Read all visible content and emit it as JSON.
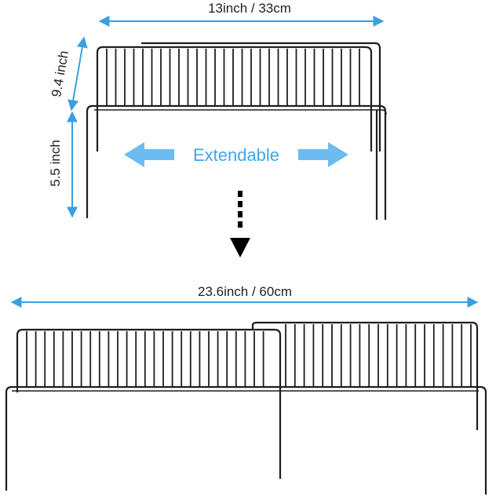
{
  "colors": {
    "dimension_line": "#3aa0e0",
    "extend_arrow": "#6cbcef",
    "extend_text": "#3fa7e6",
    "dim_text": "#222222",
    "shelf_wire": "#1e1e1e",
    "down_arrow": "#000000"
  },
  "labels": {
    "top_width": "13inch / 33cm",
    "upper_height": "9.4 inch",
    "lower_height": "5.5 inch",
    "extendable": "Extendable",
    "bottom_width": "23.6inch / 60cm"
  },
  "icons": {
    "left_arrow": "arrow-left-icon",
    "right_arrow": "arrow-right-icon",
    "down_arrow": "dashed-arrow-down-icon"
  }
}
